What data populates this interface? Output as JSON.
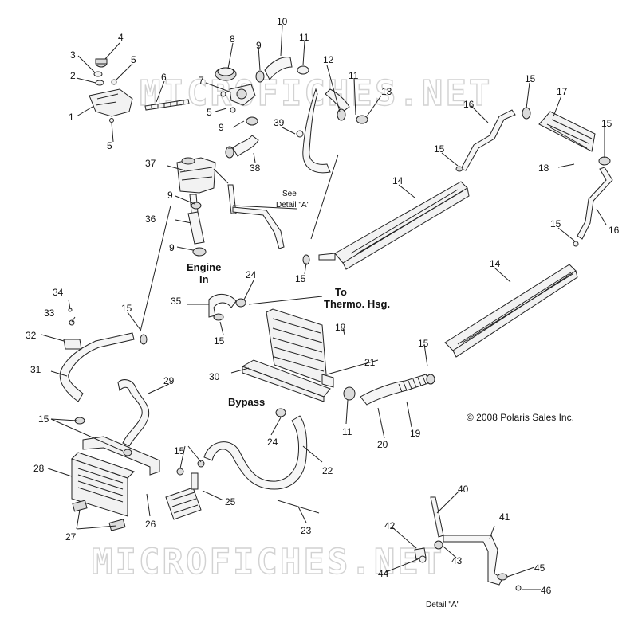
{
  "watermark": "MICROFICHES.NET",
  "copyright": "© 2008 Polaris Sales Inc.",
  "annotations": {
    "see_detail_a_line1": "See",
    "see_detail_a_line2": "Detail \"A\"",
    "engine_in_line1": "Engine",
    "engine_in_line2": "In",
    "to_thermo_line1": "To",
    "to_thermo_line2": "Thermo. Hsg.",
    "bypass": "Bypass",
    "detail_a_caption": "Detail \"A\""
  },
  "callouts": [
    {
      "id": "c4a",
      "text": "4"
    },
    {
      "id": "c3a",
      "text": "3"
    },
    {
      "id": "c5a",
      "text": "5"
    },
    {
      "id": "c2a",
      "text": "2"
    },
    {
      "id": "c6",
      "text": "6"
    },
    {
      "id": "c1",
      "text": "1"
    },
    {
      "id": "c5b",
      "text": "5"
    },
    {
      "id": "c8",
      "text": "8"
    },
    {
      "id": "c9a",
      "text": "9"
    },
    {
      "id": "c10",
      "text": "10"
    },
    {
      "id": "c11a",
      "text": "11"
    },
    {
      "id": "c12",
      "text": "12"
    },
    {
      "id": "c11b",
      "text": "11"
    },
    {
      "id": "c13",
      "text": "13"
    },
    {
      "id": "c7",
      "text": "7"
    },
    {
      "id": "c5c",
      "text": "5"
    },
    {
      "id": "c9b",
      "text": "9"
    },
    {
      "id": "c39",
      "text": "39"
    },
    {
      "id": "c38",
      "text": "38"
    },
    {
      "id": "c15a",
      "text": "15"
    },
    {
      "id": "c17",
      "text": "17"
    },
    {
      "id": "c16a",
      "text": "16"
    },
    {
      "id": "c15b",
      "text": "15"
    },
    {
      "id": "c15c",
      "text": "15"
    },
    {
      "id": "c18a",
      "text": "18"
    },
    {
      "id": "c37",
      "text": "37"
    },
    {
      "id": "c9c",
      "text": "9"
    },
    {
      "id": "c14a",
      "text": "14"
    },
    {
      "id": "c36",
      "text": "36"
    },
    {
      "id": "c9d",
      "text": "9"
    },
    {
      "id": "c15d",
      "text": "15"
    },
    {
      "id": "c16b",
      "text": "16"
    },
    {
      "id": "c15e",
      "text": "15"
    },
    {
      "id": "c14b",
      "text": "14"
    },
    {
      "id": "c24a",
      "text": "24"
    },
    {
      "id": "c34",
      "text": "34"
    },
    {
      "id": "c35",
      "text": "35"
    },
    {
      "id": "c33",
      "text": "33"
    },
    {
      "id": "c15f",
      "text": "15"
    },
    {
      "id": "c32",
      "text": "32"
    },
    {
      "id": "c15g",
      "text": "15"
    },
    {
      "id": "c18b",
      "text": "18"
    },
    {
      "id": "c15h",
      "text": "15"
    },
    {
      "id": "c21",
      "text": "21"
    },
    {
      "id": "c31",
      "text": "31"
    },
    {
      "id": "c30",
      "text": "30"
    },
    {
      "id": "c29",
      "text": "29"
    },
    {
      "id": "c11c",
      "text": "11"
    },
    {
      "id": "c20",
      "text": "20"
    },
    {
      "id": "c19",
      "text": "19"
    },
    {
      "id": "c15i",
      "text": "15"
    },
    {
      "id": "c24b",
      "text": "24"
    },
    {
      "id": "c15j",
      "text": "15"
    },
    {
      "id": "c22",
      "text": "22"
    },
    {
      "id": "c28",
      "text": "28"
    },
    {
      "id": "c25",
      "text": "25"
    },
    {
      "id": "c26",
      "text": "26"
    },
    {
      "id": "c27",
      "text": "27"
    },
    {
      "id": "c23",
      "text": "23"
    },
    {
      "id": "c40",
      "text": "40"
    },
    {
      "id": "c41",
      "text": "41"
    },
    {
      "id": "c42",
      "text": "42"
    },
    {
      "id": "c43",
      "text": "43"
    },
    {
      "id": "c44",
      "text": "44"
    },
    {
      "id": "c45",
      "text": "45"
    },
    {
      "id": "c46",
      "text": "46"
    }
  ]
}
